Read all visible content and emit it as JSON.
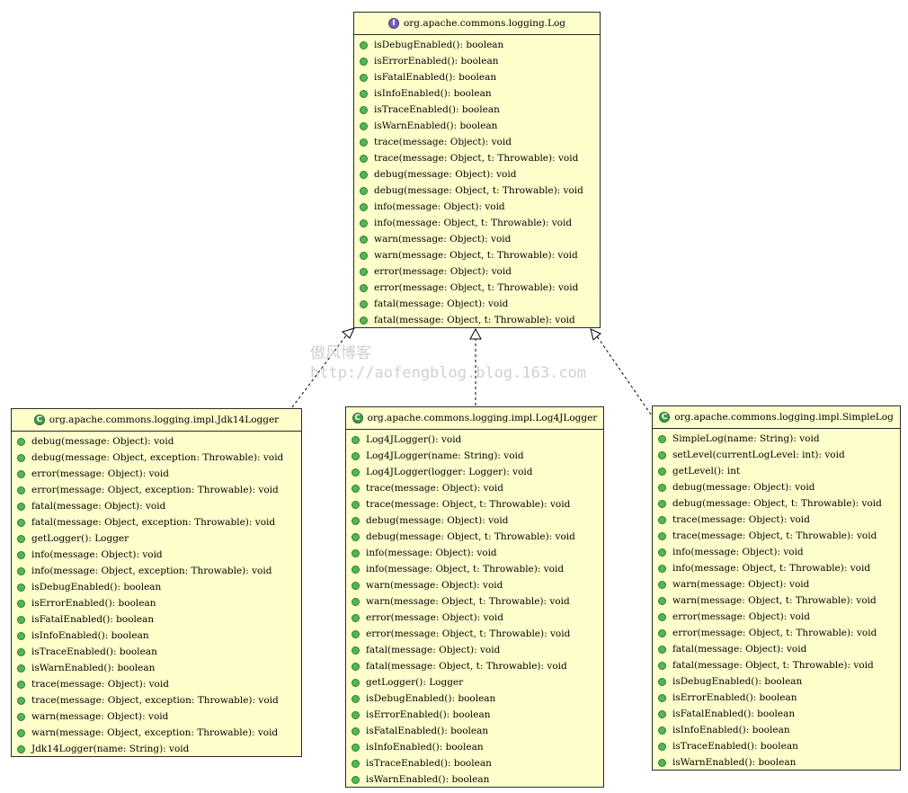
{
  "interface_log": {
    "name": "org.apache.commons.logging.Log",
    "members": [
      "isDebugEnabled(): boolean",
      "isErrorEnabled(): boolean",
      "isFatalEnabled(): boolean",
      "isInfoEnabled(): boolean",
      "isTraceEnabled(): boolean",
      "isWarnEnabled(): boolean",
      "trace(message: Object): void",
      "trace(message: Object, t: Throwable): void",
      "debug(message: Object): void",
      "debug(message: Object, t: Throwable): void",
      "info(message: Object): void",
      "info(message: Object, t: Throwable): void",
      "warn(message: Object): void",
      "warn(message: Object, t: Throwable): void",
      "error(message: Object): void",
      "error(message: Object, t: Throwable): void",
      "fatal(message: Object): void",
      "fatal(message: Object, t: Throwable): void"
    ]
  },
  "class_jdk14": {
    "name": "org.apache.commons.logging.impl.Jdk14Logger",
    "members": [
      "debug(message: Object): void",
      "debug(message: Object, exception: Throwable): void",
      "error(message: Object): void",
      "error(message: Object, exception: Throwable): void",
      "fatal(message: Object): void",
      "fatal(message: Object, exception: Throwable): void",
      "getLogger(): Logger",
      "info(message: Object): void",
      "info(message: Object, exception: Throwable): void",
      "isDebugEnabled(): boolean",
      "isErrorEnabled(): boolean",
      "isFatalEnabled(): boolean",
      "isInfoEnabled(): boolean",
      "isTraceEnabled(): boolean",
      "isWarnEnabled(): boolean",
      "trace(message: Object): void",
      "trace(message: Object, exception: Throwable): void",
      "warn(message: Object): void",
      "warn(message: Object, exception: Throwable): void",
      "Jdk14Logger(name: String): void"
    ]
  },
  "class_log4j": {
    "name": "org.apache.commons.logging.impl.Log4JLogger",
    "members": [
      "Log4JLogger(): void",
      "Log4JLogger(name: String): void",
      "Log4JLogger(logger: Logger): void",
      "trace(message: Object): void",
      "trace(message: Object, t: Throwable): void",
      "debug(message: Object): void",
      "debug(message: Object, t: Throwable): void",
      "info(message: Object): void",
      "info(message: Object, t: Throwable): void",
      "warn(message: Object): void",
      "warn(message: Object, t: Throwable): void",
      "error(message: Object): void",
      "error(message: Object, t: Throwable): void",
      "fatal(message: Object): void",
      "fatal(message: Object, t: Throwable): void",
      "getLogger(): Logger",
      "isDebugEnabled(): boolean",
      "isErrorEnabled(): boolean",
      "isFatalEnabled(): boolean",
      "isInfoEnabled(): boolean",
      "isTraceEnabled(): boolean",
      "isWarnEnabled(): boolean"
    ]
  },
  "class_simple": {
    "name": "org.apache.commons.logging.impl.SimpleLog",
    "members": [
      "SimpleLog(name: String): void",
      "setLevel(currentLogLevel: int): void",
      "getLevel(): int",
      "debug(message: Object): void",
      "debug(message: Object, t: Throwable): void",
      "trace(message: Object): void",
      "trace(message: Object, t: Throwable): void",
      "info(message: Object): void",
      "info(message: Object, t: Throwable): void",
      "warn(message: Object): void",
      "warn(message: Object, t: Throwable): void",
      "error(message: Object): void",
      "error(message: Object, t: Throwable): void",
      "fatal(message: Object): void",
      "fatal(message: Object, t: Throwable): void",
      "isDebugEnabled(): boolean",
      "isErrorEnabled(): boolean",
      "isFatalEnabled(): boolean",
      "isInfoEnabled(): boolean",
      "isTraceEnabled(): boolean",
      "isWarnEnabled(): boolean"
    ]
  },
  "watermark": {
    "line1": "傲风博客",
    "line2": "http://aofengblog.blog.163.com"
  },
  "icons": {
    "interface": "interface-icon",
    "class": "class-icon",
    "member": "public-method-icon"
  },
  "colors": {
    "box_fill": "#ffffcc",
    "interface_icon": "#7a5fb8",
    "class_icon": "#3f9a4a",
    "method_dot": "#52b84f"
  }
}
